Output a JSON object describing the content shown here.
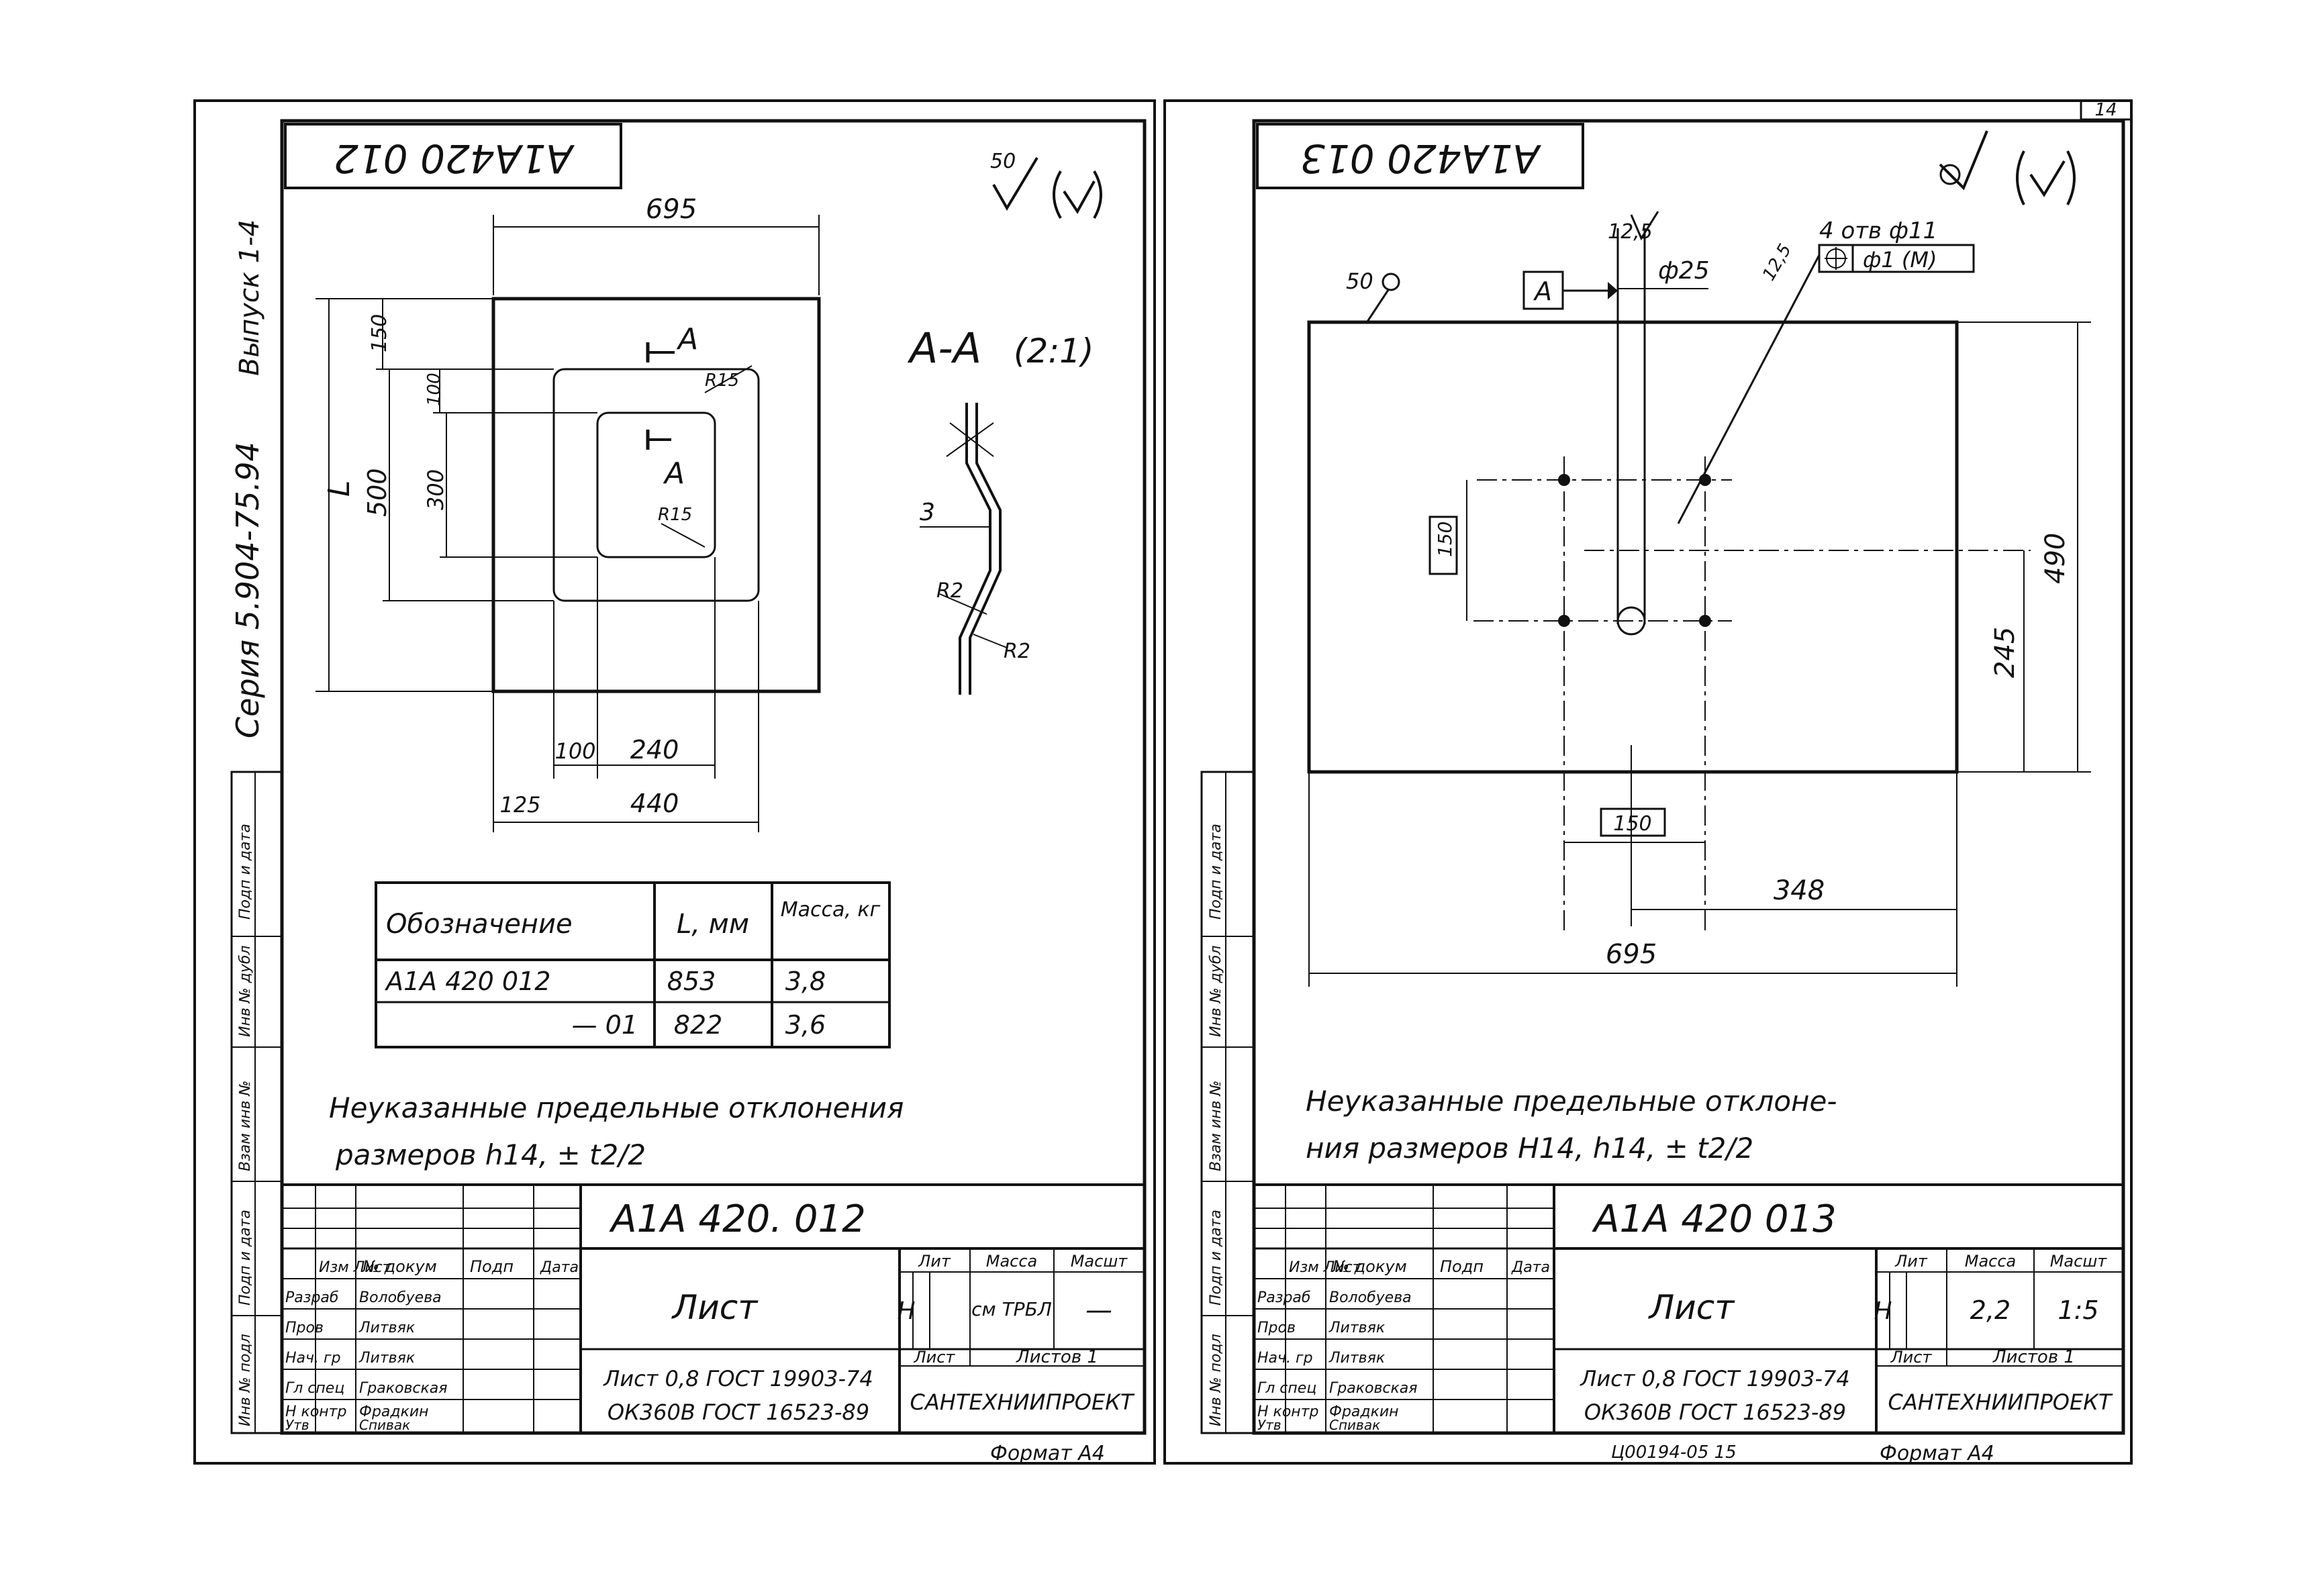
{
  "page": {
    "number_topright": "14",
    "left_margin_series": "Серия 5.904-75.94",
    "left_margin_issue": "Выпуск 1-4",
    "bottom_note_right": "Ц00194-05  15"
  },
  "margin_stamps": {
    "labels": [
      "Подп и дата",
      "Инв № дубл",
      "Взам инв №",
      "Подп и дата",
      "Инв № подл"
    ]
  },
  "sheet_left": {
    "rotated_label": "А1А420 012",
    "roughness_general": "50",
    "section_title": "А-А",
    "section_scale": "(2:1)",
    "dim_width": "695",
    "dim_L": "L",
    "dim_500": "500",
    "dim_150": "150",
    "dim_100_v": "100",
    "dim_300": "300",
    "dim_100_h": "100",
    "dim_240": "240",
    "dim_125": "125",
    "dim_440": "440",
    "label_R15_a": "R15",
    "label_R15_b": "R15",
    "section_A": "А",
    "section_3": "3",
    "section_R2a": "R2",
    "section_R2b": "R2",
    "table": {
      "headers": [
        "Обозначение",
        "L, мм",
        "Масса, кг"
      ],
      "rows": [
        [
          "А1А 420 012",
          "853",
          "3,8"
        ],
        [
          "— 01",
          "822",
          "3,6"
        ]
      ]
    },
    "note_line1": "Неуказанные предельные отклонения",
    "note_line2": "размеров h14, ± t2/2",
    "title_block": {
      "doc_number": "А1А 420. 012",
      "doc_name": "Лист",
      "col_lit": "Лит",
      "col_mass": "Масса",
      "col_scale": "Масшт",
      "lit_value": "Н",
      "mass_value": "см ТРБЛ",
      "scale_value": "—",
      "sheet_label": "Лист",
      "sheets_label": "Листов 1",
      "material_line1": "Лист 0,8 ГОСТ 19903-74",
      "material_line2": "ОК360В ГОСТ 16523-89",
      "org": "САНТЕХНИИПРОЕКТ",
      "format": "Формат А4",
      "roles": [
        "Изм Лист",
        "№ докум",
        "Подп",
        "Дата"
      ],
      "people": [
        [
          "Разраб",
          "Волобуева"
        ],
        [
          "Пров",
          "Литвяк"
        ],
        [
          "Нач. гр",
          "Литвяк"
        ],
        [
          "Гл спец",
          "Граковская"
        ],
        [
          "Н контр",
          "Фрадкин"
        ],
        [
          "Утв",
          "Спивак"
        ]
      ]
    }
  },
  "sheet_right": {
    "rotated_label": "А1А420 013",
    "datum": "А",
    "roughness_small": "12,5",
    "roughness_edge": "50",
    "dia_25": "ф25",
    "holes_label": "4 отв ф11",
    "position_tol": "ф1 (М)",
    "roughness_125": "12,5",
    "dim_150_v": "150",
    "dim_490": "490",
    "dim_245": "245",
    "dim_150_h": "150",
    "dim_348": "348",
    "dim_695": "695",
    "note_line1": "Неуказанные предельные отклоне-",
    "note_line2": "ния размеров Н14, h14, ± t2/2",
    "title_block": {
      "doc_number": "А1А 420 013",
      "doc_name": "Лист",
      "col_lit": "Лит",
      "col_mass": "Масса",
      "col_scale": "Масшт",
      "lit_value": "Н",
      "mass_value": "2,2",
      "scale_value": "1:5",
      "sheet_label": "Лист",
      "sheets_label": "Листов 1",
      "material_line1": "Лист 0,8 ГОСТ 19903-74",
      "material_line2": "ОК360В ГОСТ 16523-89",
      "org": "САНТЕХНИИПРОЕКТ",
      "format": "Формат А4",
      "roles": [
        "Изм Лист",
        "№ докум",
        "Подп",
        "Дата"
      ],
      "people": [
        [
          "Разраб",
          "Волобуева"
        ],
        [
          "Пров",
          "Литвяк"
        ],
        [
          "Нач. гр",
          "Литвяк"
        ],
        [
          "Гл спец",
          "Граковская"
        ],
        [
          "Н контр",
          "Фрадкин"
        ],
        [
          "Утв",
          "Спивак"
        ]
      ]
    }
  }
}
